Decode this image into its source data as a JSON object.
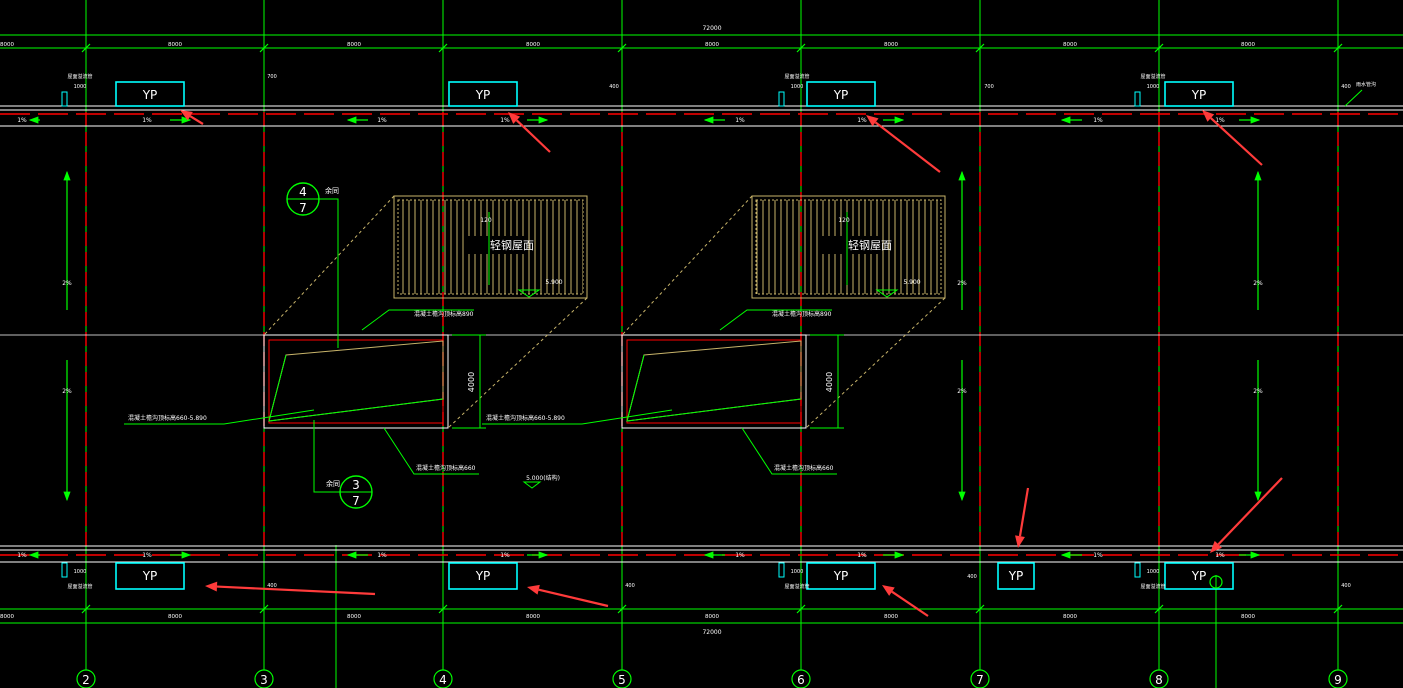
{
  "colors": {
    "background": "#000000",
    "grid_axis": "#00ff00",
    "center_line": "#ff0000",
    "wall": "#ffffff",
    "downpipe_box": "#00ffff",
    "hatch": "#c8b46a",
    "arrow_annotation": "#ff3b3b",
    "dim_text": "#ffffff"
  },
  "dimensions": {
    "total_top": "72000",
    "total_bottom": "72000",
    "bays_top": [
      "8000",
      "8000",
      "8000",
      "8000",
      "8000",
      "8000",
      "8000",
      "8000"
    ],
    "bays_bottom": [
      "8000",
      "8000",
      "8000",
      "8000",
      "8000",
      "8000",
      "8000",
      "8000"
    ]
  },
  "grid_axes": [
    "2",
    "3",
    "4",
    "5",
    "6",
    "7",
    "8",
    "9"
  ],
  "downpipes": {
    "label": "YP"
  },
  "offsets": {
    "o700": "700",
    "o400": "400",
    "o1000": "1000"
  },
  "slopes": {
    "gutter": "1%",
    "roof": "2%"
  },
  "notes": {
    "overflow_pipe": "屋面溢流管",
    "rain_pipe": "雨水管沟"
  },
  "skylight": {
    "roof_label": "轻钢屋面",
    "elev_120": "120",
    "elev_5900": "5.900",
    "dim_4000": "4000",
    "ridge_note_top": "混凝土檐沟顶标高890",
    "ridge_note_side": "混凝土檐沟顶标高660-5.890",
    "ridge_note_bottom": "混凝土檐沟顶标高660"
  },
  "details": {
    "top": {
      "num": "4",
      "sheet": "7",
      "note": "余同"
    },
    "bottom": {
      "num": "3",
      "sheet": "7",
      "note": "余同"
    }
  },
  "elevation_mark": "5.000(结构)"
}
